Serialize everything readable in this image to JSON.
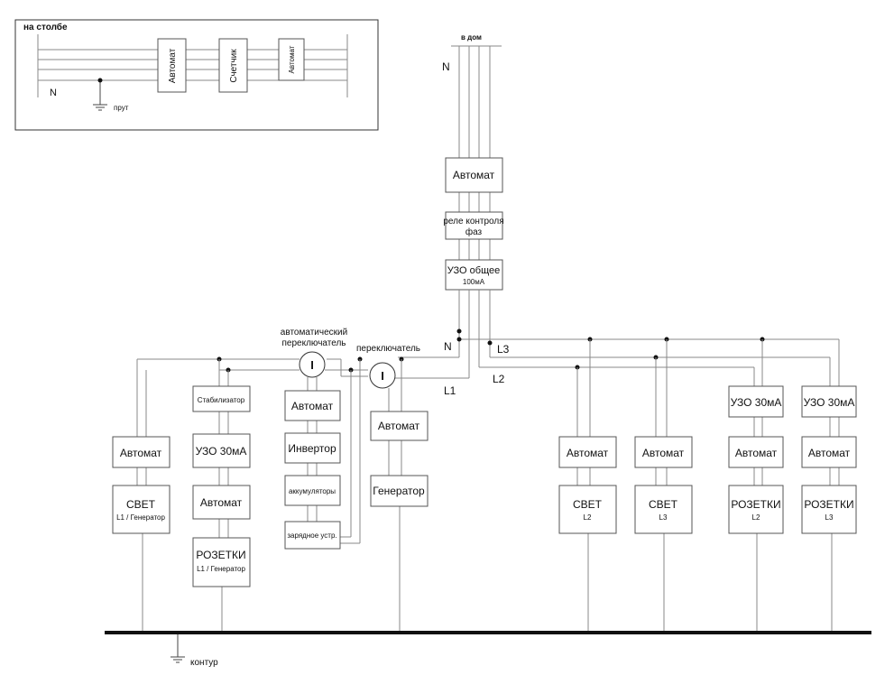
{
  "inset": {
    "title": "на столбе",
    "breaker_left": "Автомат",
    "meter": "Счетчик",
    "breaker_right": "Автомат",
    "neutral": "N",
    "ground_rod": "прут"
  },
  "feed": {
    "title": "в дом",
    "neutral": "N",
    "main_breaker": "Автомат",
    "phase_relay_line1": "реле контроля",
    "phase_relay_line2": "фаз",
    "rcd_main": "УЗО общее",
    "rcd_main_rating": "100мА"
  },
  "bus": {
    "neutral": "N",
    "l1": "L1",
    "l2": "L2",
    "l3": "L3"
  },
  "switches": {
    "auto_line1": "автоматический",
    "auto_line2": "переключатель",
    "manual": "переключатель",
    "symbol": "I"
  },
  "left": {
    "light_breaker": "Автомат",
    "light_title": "СВЕТ",
    "light_sub": "L1 / Генератор",
    "stabilizer": "Стабилизатор",
    "rcd": "УЗО 30мА",
    "socket_breaker": "Автомат",
    "socket_title": "РОЗЕТКИ",
    "socket_sub": "L1 / Генератор",
    "inv_breaker": "Автомат",
    "inverter": "Инвертор",
    "batteries": "аккумуляторы",
    "charger": "зарядное устр.",
    "gen_breaker": "Автомат",
    "generator": "Генератор"
  },
  "right": {
    "l2_light_breaker": "Автомат",
    "l2_light_title": "СВЕТ",
    "l2_light_sub": "L2",
    "l3_light_breaker": "Автомат",
    "l3_light_title": "СВЕТ",
    "l3_light_sub": "L3",
    "l2_rcd": "УЗО 30мА",
    "l2_socket_breaker": "Автомат",
    "l2_socket_title": "РОЗЕТКИ",
    "l2_socket_sub": "L2",
    "l3_rcd": "УЗО 30мА",
    "l3_socket_breaker": "Автомат",
    "l3_socket_title": "РОЗЕТКИ",
    "l3_socket_sub": "L3"
  },
  "ground": {
    "label": "контур"
  }
}
